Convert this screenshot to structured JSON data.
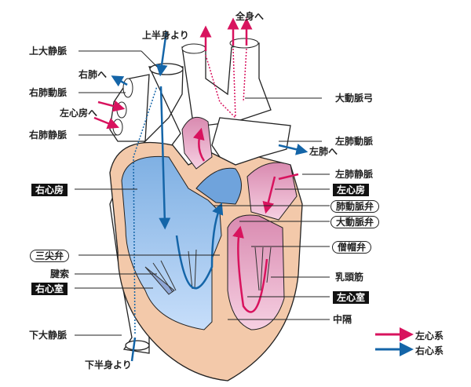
{
  "colors": {
    "left_system": "#d8135e",
    "right_system": "#1465a8",
    "right_heart_fill": "#a9cbee",
    "left_heart_fill": "#e9a9c6",
    "muscle": "#f3c9aa"
  },
  "labels": {
    "superior_vena_cava": "上大静脈",
    "from_upper_body": "上半身より",
    "to_whole_body": "全身へ",
    "to_right_lung": "右肺へ",
    "right_pulmonary_artery": "右肺動脈",
    "to_left_atrium": "左心房へ",
    "right_pulmonary_vein": "右肺静脈",
    "aortic_arch": "大動脈弓",
    "left_pulmonary_artery": "左肺動脈",
    "to_left_lung": "左肺へ",
    "left_pulmonary_vein": "左肺静脈",
    "left_atrium": "左心房",
    "pulmonary_valve": "肺動脈弁",
    "aortic_valve": "大動脈弁",
    "right_atrium": "右心房",
    "tricuspid_valve": "三尖弁",
    "chordae_tendineae": "腱索",
    "right_ventricle": "右心室",
    "mitral_valve": "僧帽弁",
    "papillary_muscle": "乳頭筋",
    "left_ventricle": "左心室",
    "septum": "中隔",
    "inferior_vena_cava": "下大静脈",
    "from_lower_body": "下半身より"
  },
  "legend": {
    "left_system": "左心系",
    "right_system": "右心系"
  }
}
